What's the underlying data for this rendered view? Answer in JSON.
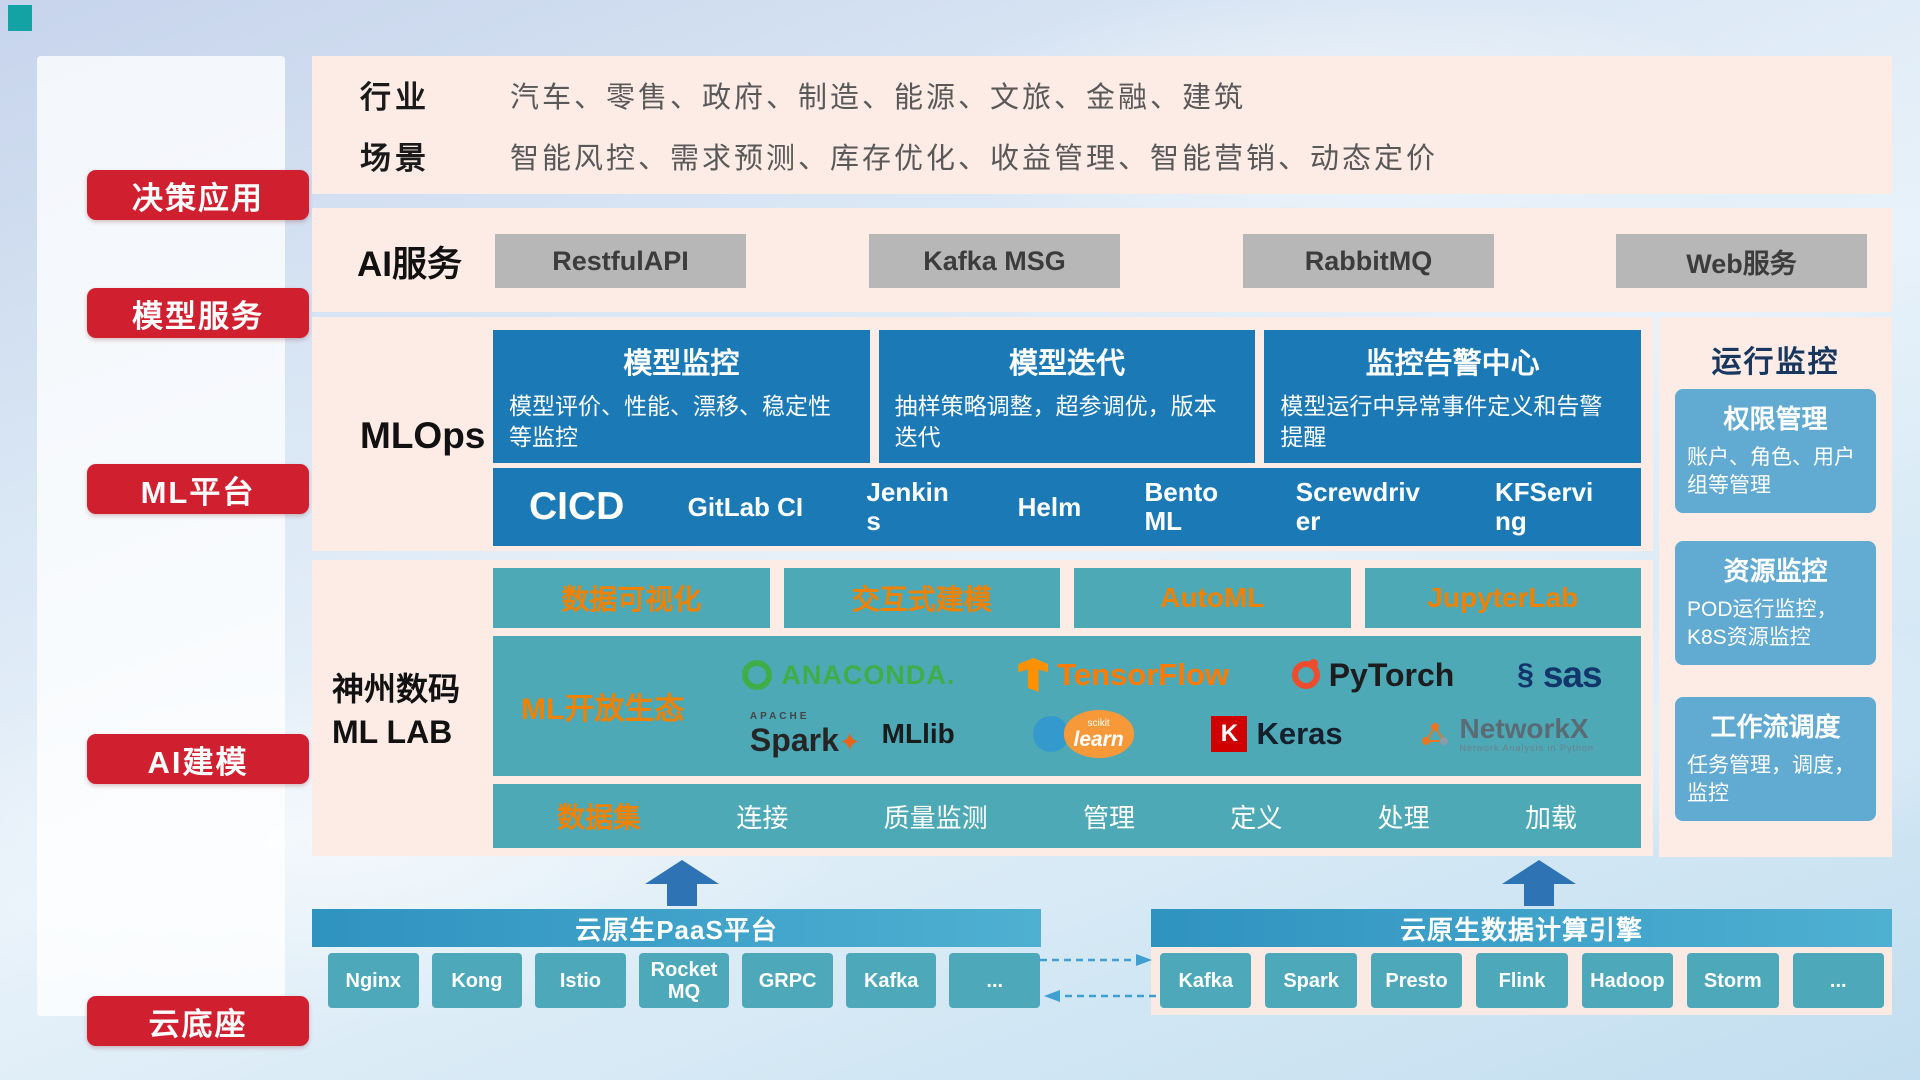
{
  "sidebar": {
    "items": [
      {
        "label": "决策应用"
      },
      {
        "label": "模型服务"
      },
      {
        "label": "ML平台"
      },
      {
        "label": "AI建模"
      },
      {
        "label": "云底座"
      }
    ]
  },
  "industry": {
    "row1_label": "行业",
    "row1_text": "汽车、零售、政府、制造、能源、文旅、金融、建筑",
    "row2_label": "场景",
    "row2_text": "智能风控、需求预测、库存优化、收益管理、智能营销、动态定价"
  },
  "ai_service": {
    "label": "AI服务",
    "buttons": [
      "RestfulAPI",
      "Kafka MSG",
      "RabbitMQ",
      "Web服务"
    ]
  },
  "mlops": {
    "label": "MLOps",
    "cards": [
      {
        "title": "模型监控",
        "desc": "模型评价、性能、漂移、稳定性等监控"
      },
      {
        "title": "模型迭代",
        "desc": "抽样策略调整，超参调优，版本迭代"
      },
      {
        "title": "监控告警中心",
        "desc": "模型运行中异常事件定义和告警提醒"
      }
    ],
    "cicd": {
      "label": "CICD",
      "items": [
        "GitLab CI",
        "Jenkins",
        "Helm",
        "BentoML",
        "Screwdriver",
        "KFServing"
      ]
    }
  },
  "mllab": {
    "label_line1": "神州数码",
    "label_line2": "ML LAB",
    "tools": [
      "数据可视化",
      "交互式建模",
      "AutoML",
      "JupyterLab"
    ],
    "ecosystem": {
      "label": "ML开放生态",
      "logos": {
        "anaconda": {
          "text": "ANACONDA."
        },
        "tensorflow": {
          "text": "TensorFlow"
        },
        "pytorch": {
          "text": "PyTorch"
        },
        "sas": {
          "glyph": "§",
          "text": "sas"
        },
        "spark": {
          "top": "APACHE",
          "text": "Spark",
          "star": "✦",
          "suffix": "MLlib"
        },
        "sklearn": {
          "top": "scikit",
          "text": "learn"
        },
        "keras": {
          "mark": "K",
          "text": "Keras"
        },
        "networkx": {
          "text": "NetworkX",
          "sub": "Network Analysis in Python"
        }
      }
    },
    "dataset": {
      "label": "数据集",
      "items": [
        "连接",
        "质量监测",
        "管理",
        "定义",
        "处理",
        "加载"
      ]
    }
  },
  "monitoring": {
    "title": "运行监控",
    "cards": [
      {
        "title": "权限管理",
        "desc": "账户、角色、用户组等管理"
      },
      {
        "title": "资源监控",
        "desc": "POD运行监控，K8S资源监控"
      },
      {
        "title": "工作流调度",
        "desc": "任务管理，调度，监控"
      }
    ]
  },
  "cloud": {
    "paas": {
      "title": "云原生PaaS平台",
      "items": [
        "Nginx",
        "Kong",
        "Istio",
        "RocketMQ",
        "GRPC",
        "Kafka",
        "..."
      ]
    },
    "engine": {
      "title": "云原生数据计算引擎",
      "items": [
        "Kafka",
        "Spark",
        "Presto",
        "Flink",
        "Hadoop",
        "Storm",
        "..."
      ]
    }
  },
  "colors": {
    "accent_red": "#d01f2f",
    "card_blue": "#1b79b6",
    "teal": "#4da9b6",
    "orange": "#ef8200",
    "panel_pink": "#fdebe6",
    "header_teal": "#3f9fc6",
    "monitor_blue": "#61aad2"
  }
}
